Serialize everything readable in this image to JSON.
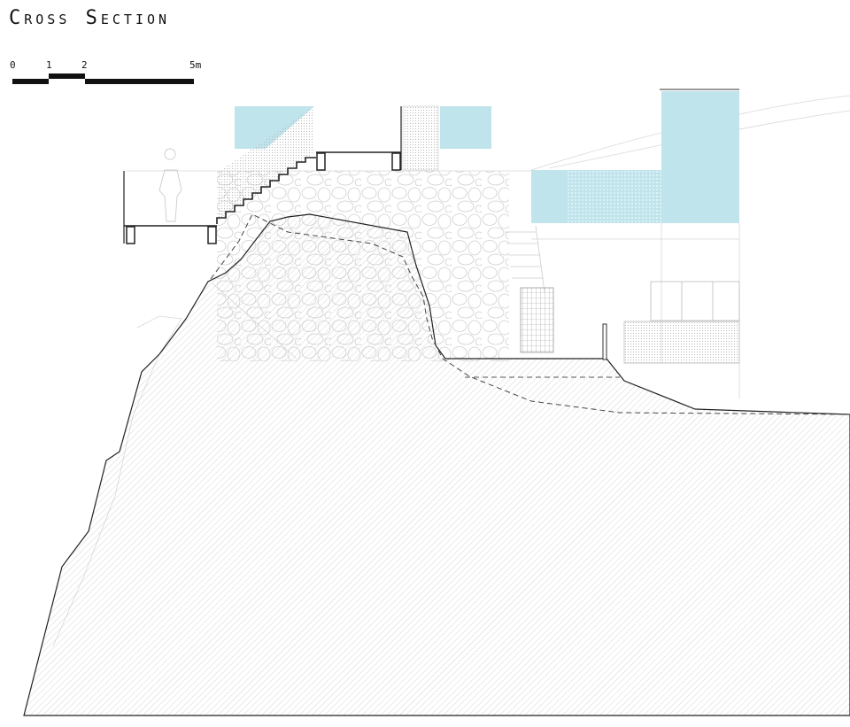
{
  "title": "Cross Section",
  "scale_bar": {
    "labels": [
      "0",
      "1",
      "2",
      "5m"
    ]
  },
  "colors": {
    "glass": "#bfe4ec",
    "line": "#222222",
    "hatch": "#bbbbbb"
  }
}
